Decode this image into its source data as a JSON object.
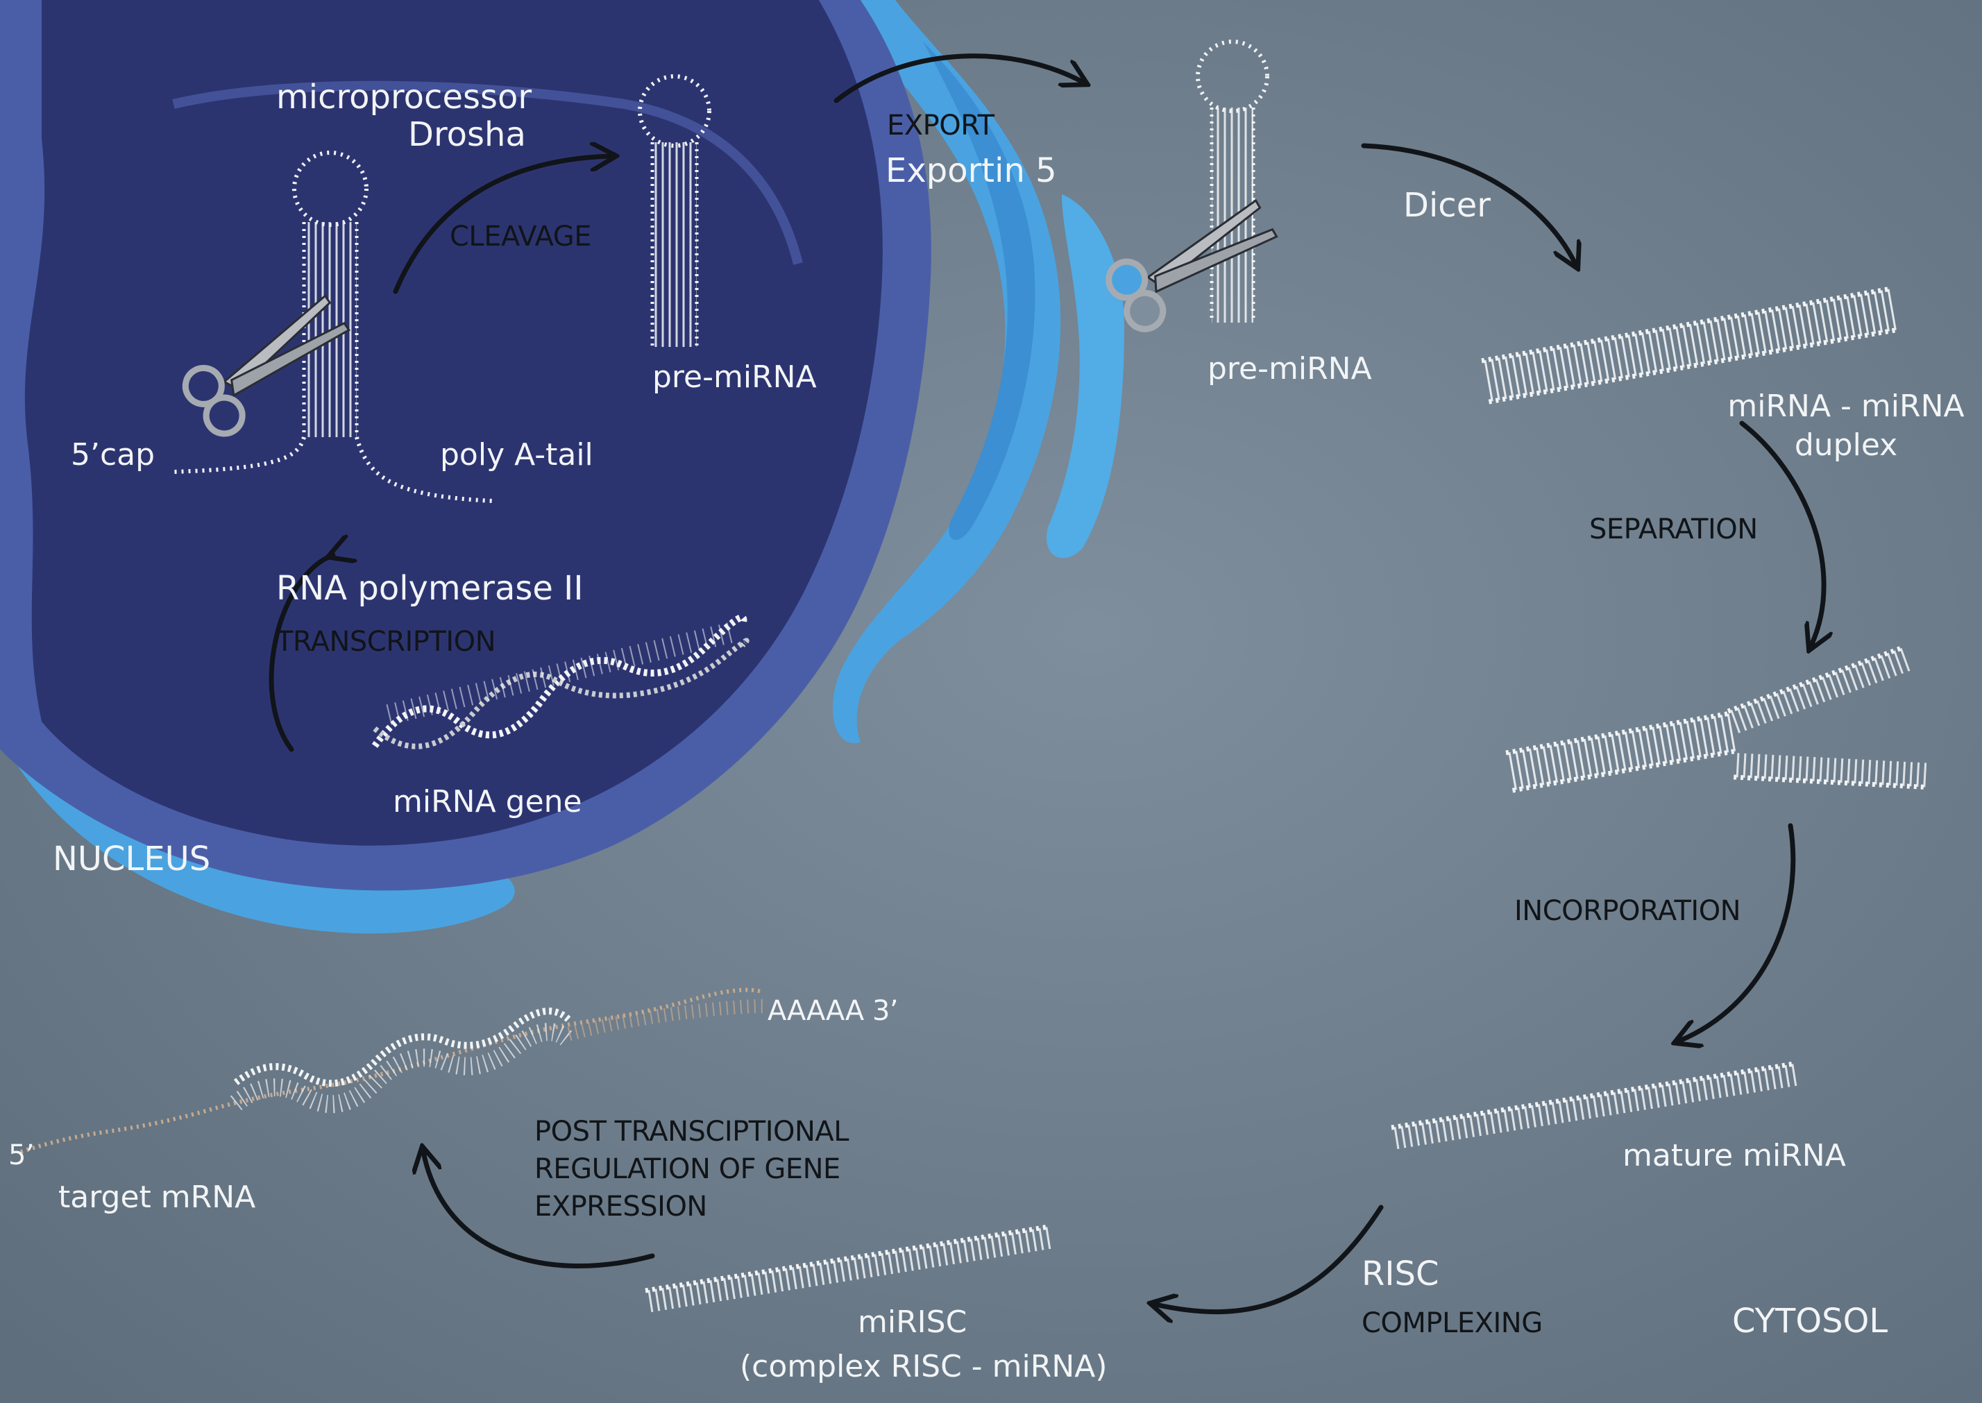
{
  "colors": {
    "background": "#6f7f8d",
    "nucleus_fill": "#2c3470",
    "nucleus_rim": "#4a5ea8",
    "membrane": "#4aa3e0",
    "strand": "#f2f4f6",
    "arrow": "#111418"
  },
  "labels": {
    "microprocessor": "microprocessor",
    "drosha": "Drosha",
    "cleavage": "CLEAVAGE",
    "pre_mirna_nucleus": "pre-miRNA",
    "five_cap": "5’cap",
    "poly_a_tail": "poly A-tail",
    "rna_polymerase": "RNA polymerase II",
    "transcription": "TRANSCRIPTION",
    "mirna_gene": "miRNA gene",
    "nucleus": "NUCLEUS",
    "export": "EXPORT",
    "exportin": "Exportin 5",
    "pre_mirna_cytosol": "pre-miRNA",
    "dicer": "Dicer",
    "duplex_line1": "miRNA - miRNA",
    "duplex_line2": "duplex",
    "separation": "SEPARATION",
    "incorporation": "INCORPORATION",
    "mature_mirna": "mature miRNA",
    "risc": "RISC",
    "complexing": "COMPLEXING",
    "cytosol": "CYTOSOL",
    "mirisc": "miRISC",
    "mirisc_complex": "(complex RISC - miRNA)",
    "post_line1": "POST TRANSCIPTIONAL",
    "post_line2": "REGULATION OF GENE",
    "post_line3": "EXPRESSION",
    "polya_3prime": "AAAAA 3’",
    "five_prime": "5’",
    "target_mrna": "target mRNA"
  }
}
